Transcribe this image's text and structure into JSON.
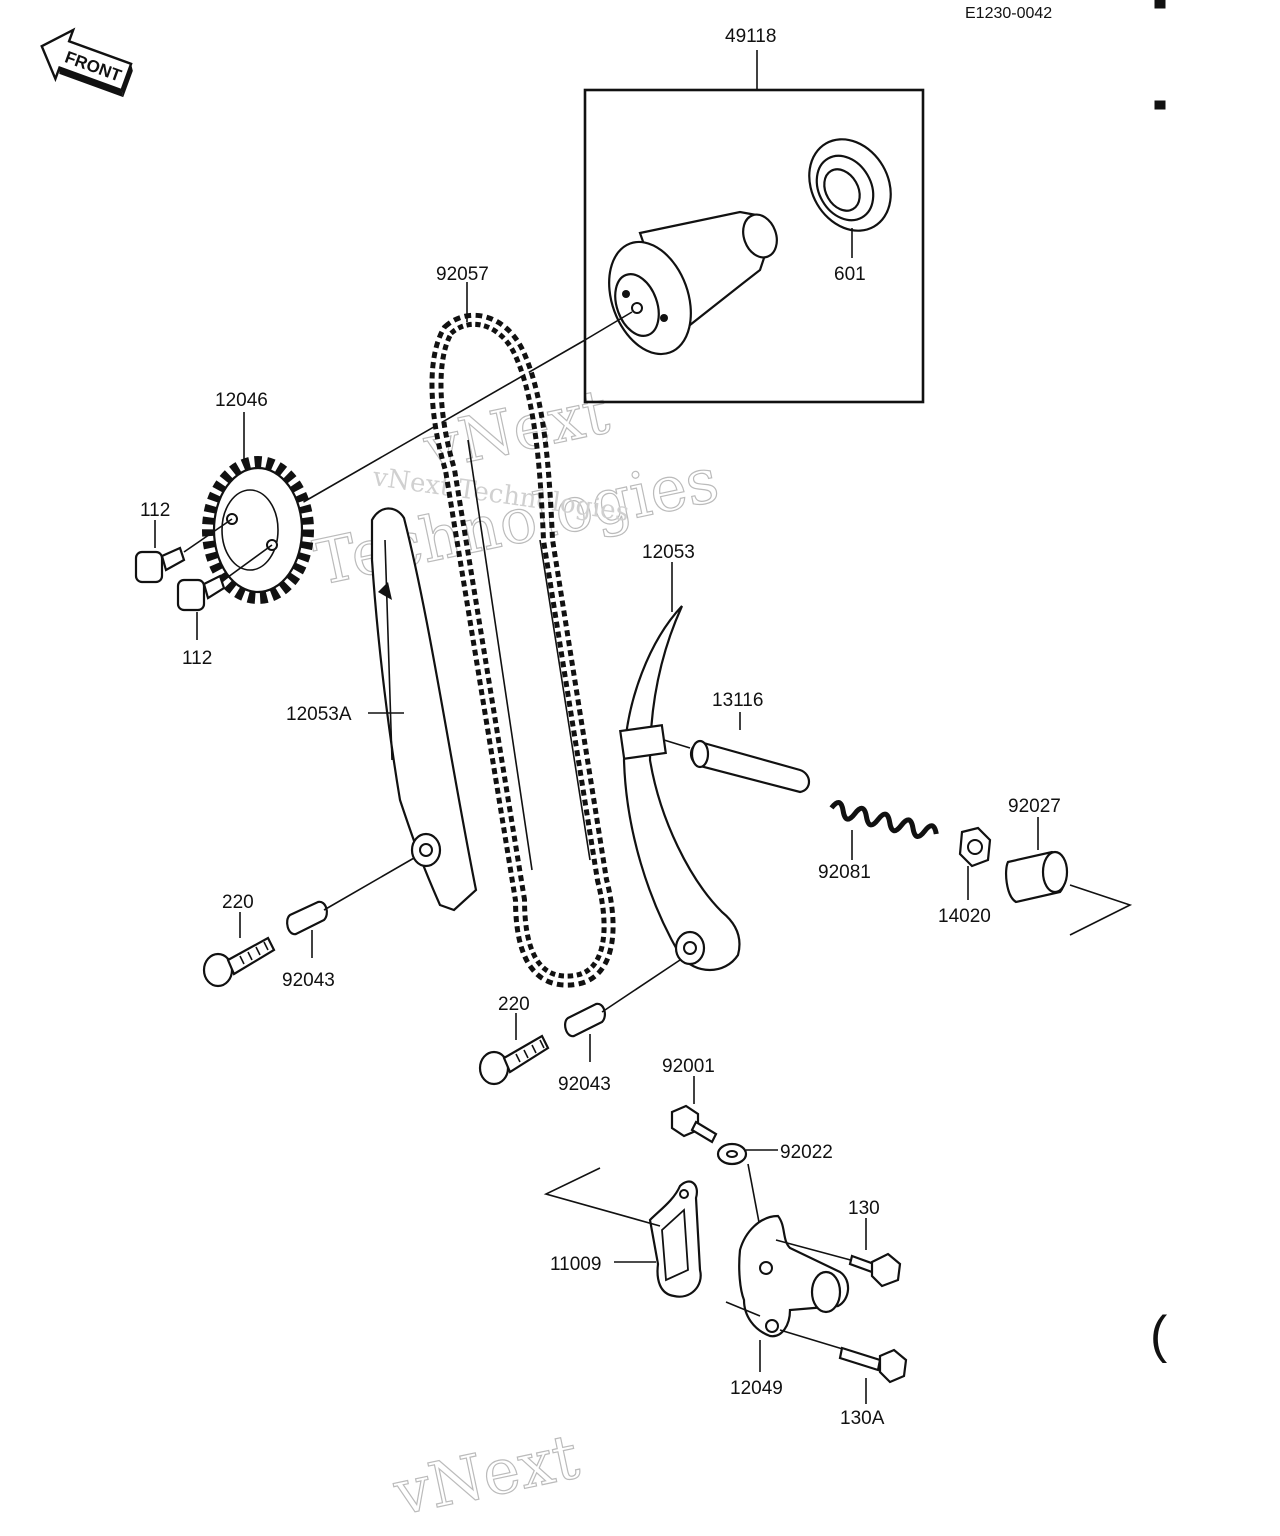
{
  "diagram": {
    "code": "E1230-0042",
    "front_label": "FRONT",
    "watermark": [
      "vNext",
      "Technologies",
      "vNext Technologies",
      "vNext"
    ],
    "parts": [
      {
        "id": "p49118",
        "number": "49118"
      },
      {
        "id": "p601",
        "number": "601"
      },
      {
        "id": "p92057",
        "number": "92057"
      },
      {
        "id": "p12046",
        "number": "12046"
      },
      {
        "id": "p112a",
        "number": "112"
      },
      {
        "id": "p112b",
        "number": "112"
      },
      {
        "id": "p12053A",
        "number": "12053A"
      },
      {
        "id": "p12053",
        "number": "12053"
      },
      {
        "id": "p13116",
        "number": "13116"
      },
      {
        "id": "p92027",
        "number": "92027"
      },
      {
        "id": "p92081",
        "number": "92081"
      },
      {
        "id": "p14020",
        "number": "14020"
      },
      {
        "id": "p220a",
        "number": "220"
      },
      {
        "id": "p92043a",
        "number": "92043"
      },
      {
        "id": "p220b",
        "number": "220"
      },
      {
        "id": "p92043b",
        "number": "92043"
      },
      {
        "id": "p92001",
        "number": "92001"
      },
      {
        "id": "p92022",
        "number": "92022"
      },
      {
        "id": "p130",
        "number": "130"
      },
      {
        "id": "p11009",
        "number": "11009"
      },
      {
        "id": "p12049",
        "number": "12049"
      },
      {
        "id": "p130A",
        "number": "130A"
      }
    ]
  }
}
